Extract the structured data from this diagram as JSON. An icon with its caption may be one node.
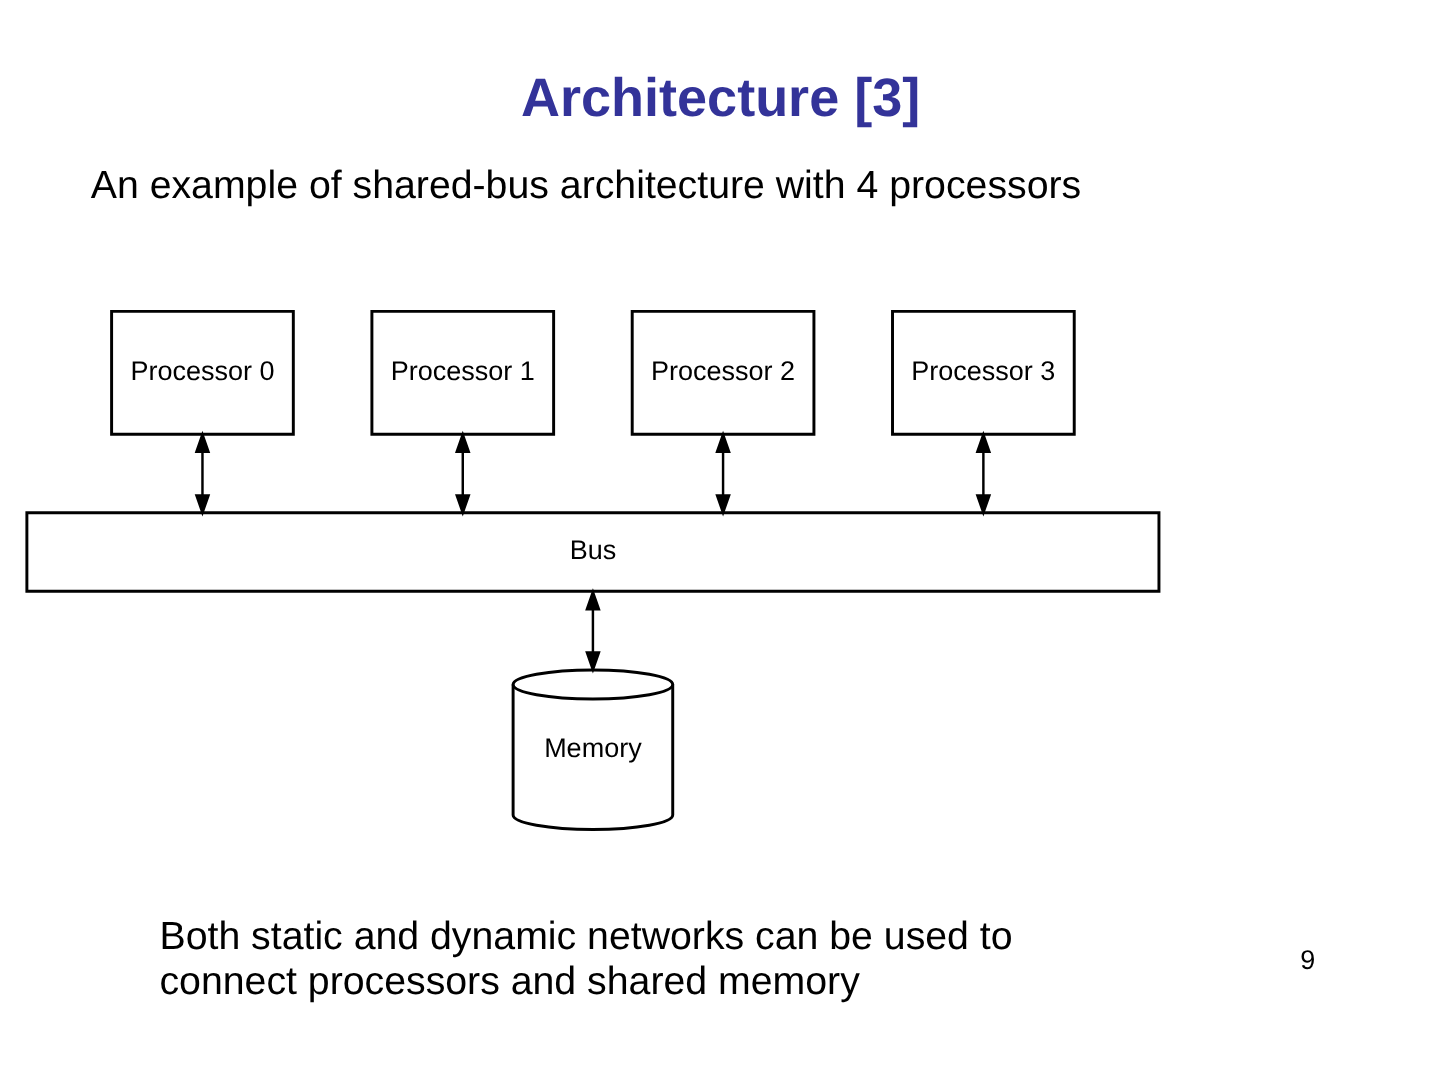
{
  "diagram": {
    "title": "Architecture [3]",
    "nodes": [
      {
        "text": [
          "Processor 0"
        ]
      },
      {
        "text": [
          "Processor 1"
        ]
      },
      {
        "text": [
          "Processor 2"
        ]
      },
      {
        "text": [
          "Processor 3"
        ]
      },
      {
        "text": [
          "Bus"
        ]
      },
      {
        "text": [
          "Memory"
        ]
      }
    ],
    "edges": [
      {
        "from": 0,
        "to": 4,
        "arrow": "both"
      },
      {
        "from": 1,
        "to": 4,
        "arrow": "both"
      },
      {
        "from": 2,
        "to": 4,
        "arrow": "both"
      },
      {
        "from": 3,
        "to": 4,
        "arrow": "both"
      },
      {
        "from": 4,
        "to": 5,
        "arrow": "both"
      }
    ],
    "labels": [
      "An example of shared-bus architecture with 4 processors",
      "Both static and dynamic networks can be used to connect processors and shared memory",
      "9"
    ]
  }
}
